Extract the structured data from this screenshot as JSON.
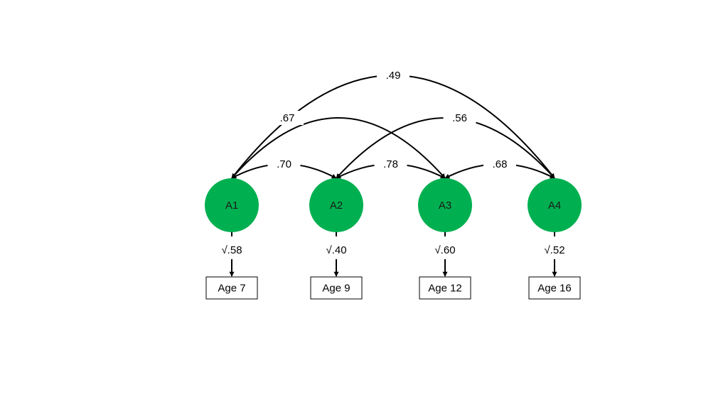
{
  "colors": {
    "latent_fill": "#00b050",
    "line": "#000000"
  },
  "latents": [
    {
      "id": "A1",
      "label": "A1"
    },
    {
      "id": "A2",
      "label": "A2"
    },
    {
      "id": "A3",
      "label": "A3"
    },
    {
      "id": "A4",
      "label": "A4"
    }
  ],
  "indicators": [
    {
      "label": "Age 7",
      "loading": "√.58"
    },
    {
      "label": "Age 9",
      "loading": "√.40"
    },
    {
      "label": "Age 12",
      "loading": "√.60"
    },
    {
      "label": "Age 16",
      "loading": "√.52"
    }
  ],
  "correlations": [
    {
      "from": "A1",
      "to": "A2",
      "label": ".70"
    },
    {
      "from": "A2",
      "to": "A3",
      "label": ".78"
    },
    {
      "from": "A3",
      "to": "A4",
      "label": ".68"
    },
    {
      "from": "A1",
      "to": "A3",
      "label": ".67"
    },
    {
      "from": "A2",
      "to": "A4",
      "label": ".56"
    },
    {
      "from": "A1",
      "to": "A4",
      "label": ".49"
    }
  ]
}
